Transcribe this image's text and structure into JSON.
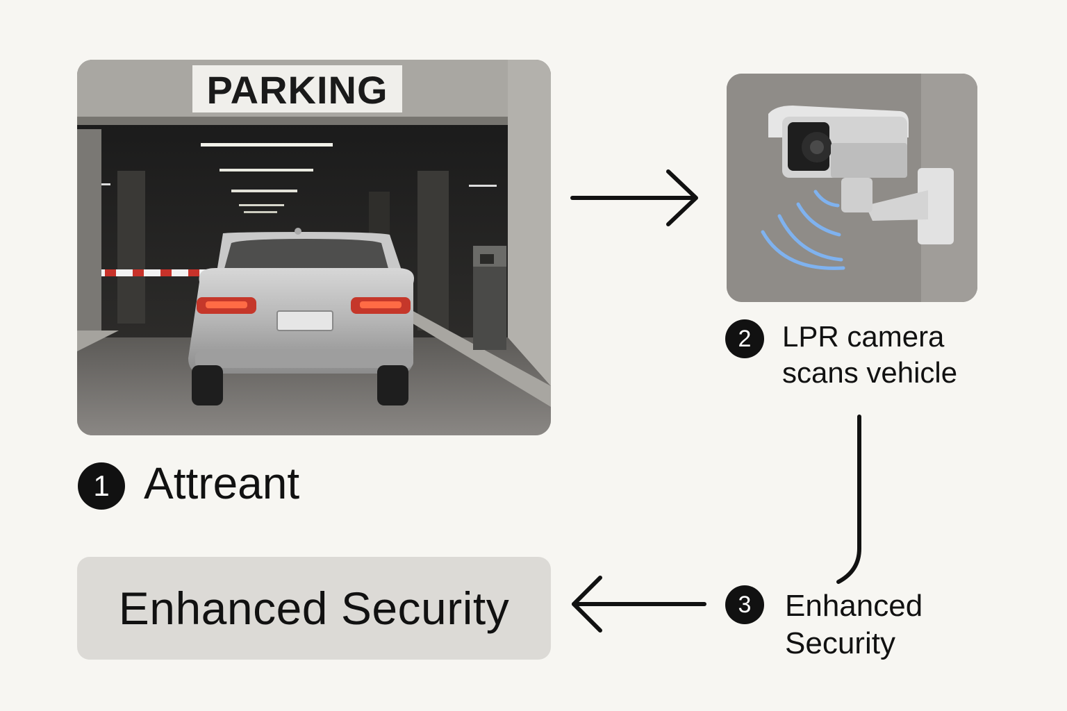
{
  "steps": [
    {
      "number": "1",
      "label": "Attreant"
    },
    {
      "number": "2",
      "label_line1": "LPR camera",
      "label_line2": "scans vehicle"
    },
    {
      "number": "3",
      "label_line1": "Enhanced",
      "label_line2": "Security"
    }
  ],
  "photo_parking": {
    "sign": "PARKING"
  },
  "result": {
    "label": "Enhanced Security"
  },
  "colors": {
    "background": "#f7f6f2",
    "badge": "#111111",
    "result_box": "#dcdad6",
    "signal_waves": "#7fb2ef",
    "tail_lights": "#d8412a"
  },
  "icons": [
    "arrow-right-icon",
    "arrow-left-icon",
    "connector-line",
    "signal-waves-icon"
  ]
}
